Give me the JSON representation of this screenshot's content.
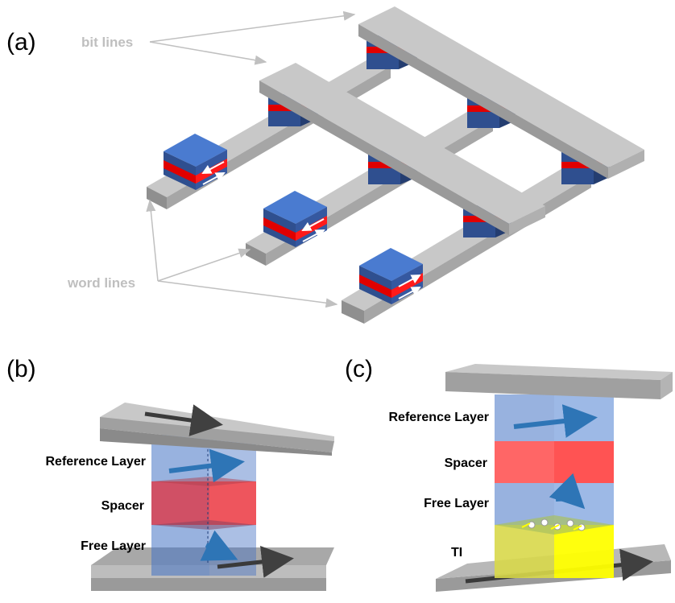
{
  "panels": {
    "a": {
      "label": "(a)",
      "bit_lines_label": "bit lines",
      "word_lines_label": "word lines"
    },
    "b": {
      "label": "(b)",
      "layers": [
        "Reference Layer",
        "Spacer",
        "Free Layer"
      ]
    },
    "c": {
      "label": "(c)",
      "layers": [
        "Reference Layer",
        "Spacer",
        "Free Layer",
        "TI"
      ]
    }
  },
  "colors": {
    "rail_top": "#c8c8c8",
    "rail_front": "#9a9a9a",
    "mtj_blue": "#4472c4",
    "mtj_red": "#ff0000",
    "ti_yellow": "#ffff00",
    "annotation_gray": "#bfbfbf"
  }
}
